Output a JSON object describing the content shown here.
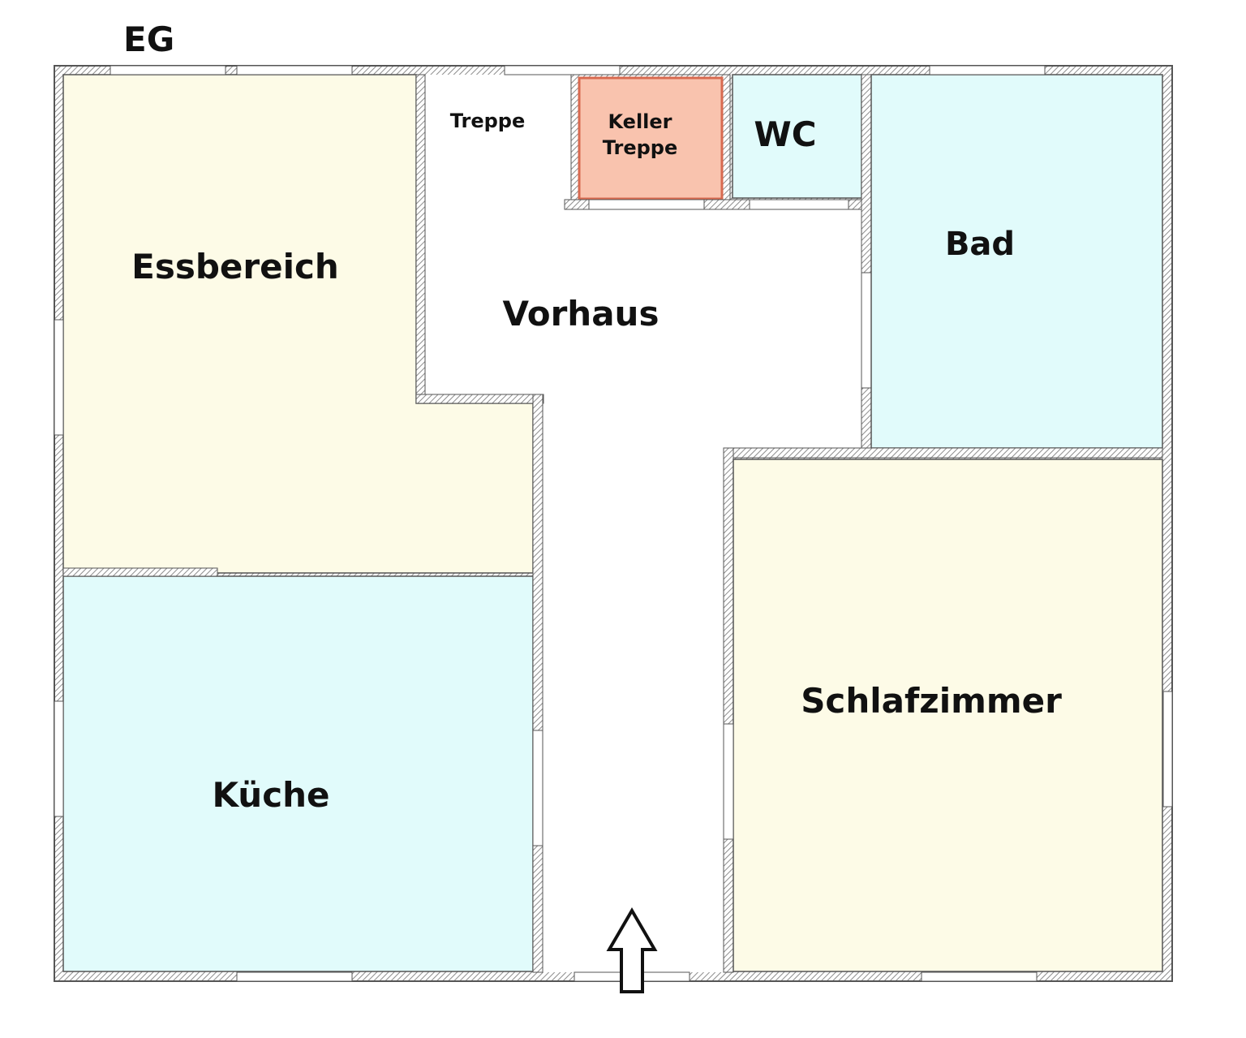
{
  "floor_label": "EG",
  "rooms": {
    "essbereich": "Essbereich",
    "kueche": "Küche",
    "treppe": "Treppe",
    "keller_treppe_line1": "Keller",
    "keller_treppe_line2": "Treppe",
    "wc": "WC",
    "bad": "Bad",
    "vorhaus": "Vorhaus",
    "schlafzimmer": "Schlafzimmer"
  },
  "colors": {
    "dining": "#fdfbe7",
    "kitchen": "#e1fbfb",
    "bath": "#e1fbfb",
    "wc": "#e1fbfb",
    "bedroom": "#fdfbe7",
    "cellar_stairs": "#f9c3ae",
    "cellar_stairs_border": "#d86a50",
    "hall": "#ffffff",
    "wall_hatch": "#9a9a9a"
  },
  "icons": {
    "entrance": "entrance-arrow-icon"
  }
}
